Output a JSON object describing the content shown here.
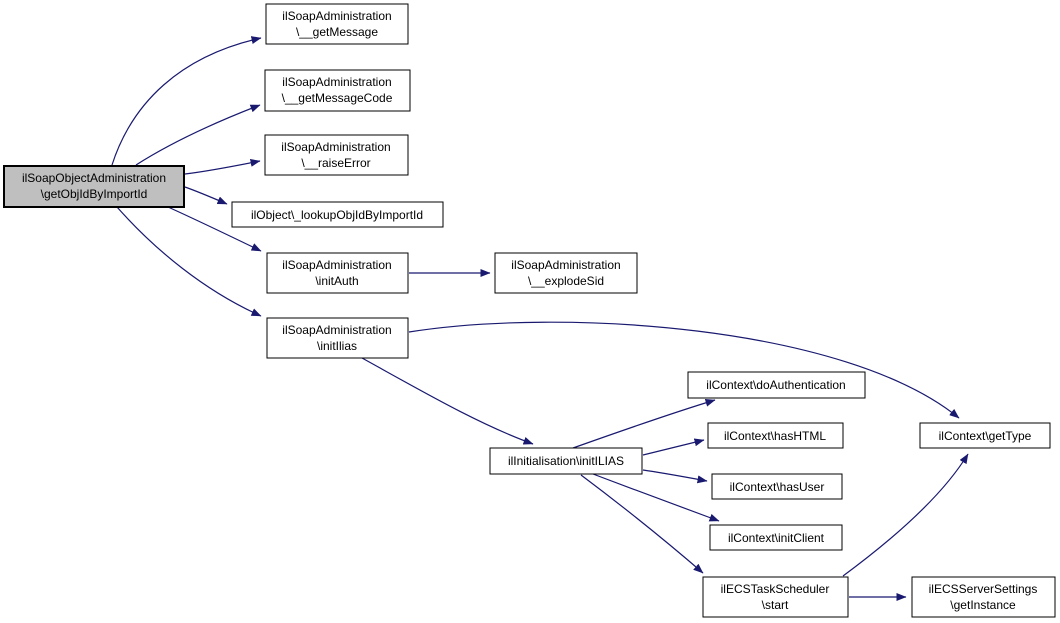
{
  "diagram": {
    "kind": "call-graph",
    "colors": {
      "edge": "#191970",
      "node_fill": "#ffffff",
      "node_border": "#000000",
      "highlight_fill": "#bfbfbf"
    },
    "nodes": [
      {
        "id": "getObjIdByImportId",
        "highlighted": true,
        "lines": [
          "ilSoapObjectAdministration",
          "\\getObjIdByImportId"
        ]
      },
      {
        "id": "__getMessage",
        "highlighted": false,
        "lines": [
          "ilSoapAdministration",
          "\\__getMessage"
        ]
      },
      {
        "id": "__getMessageCode",
        "highlighted": false,
        "lines": [
          "ilSoapAdministration",
          "\\__getMessageCode"
        ]
      },
      {
        "id": "__raiseError",
        "highlighted": false,
        "lines": [
          "ilSoapAdministration",
          "\\__raiseError"
        ]
      },
      {
        "id": "_lookupObjIdByImportId",
        "highlighted": false,
        "lines": [
          "ilObject\\_lookupObjIdByImportId"
        ]
      },
      {
        "id": "initAuth",
        "highlighted": false,
        "lines": [
          "ilSoapAdministration",
          "\\initAuth"
        ]
      },
      {
        "id": "__explodeSid",
        "highlighted": false,
        "lines": [
          "ilSoapAdministration",
          "\\__explodeSid"
        ]
      },
      {
        "id": "initIlias",
        "highlighted": false,
        "lines": [
          "ilSoapAdministration",
          "\\initIlias"
        ]
      },
      {
        "id": "initILIAS",
        "highlighted": false,
        "lines": [
          "ilInitialisation\\initILIAS"
        ]
      },
      {
        "id": "doAuthentication",
        "highlighted": false,
        "lines": [
          "ilContext\\doAuthentication"
        ]
      },
      {
        "id": "hasHTML",
        "highlighted": false,
        "lines": [
          "ilContext\\hasHTML"
        ]
      },
      {
        "id": "hasUser",
        "highlighted": false,
        "lines": [
          "ilContext\\hasUser"
        ]
      },
      {
        "id": "initClient",
        "highlighted": false,
        "lines": [
          "ilContext\\initClient"
        ]
      },
      {
        "id": "start",
        "highlighted": false,
        "lines": [
          "ilECSTaskScheduler",
          "\\start"
        ]
      },
      {
        "id": "getType",
        "highlighted": false,
        "lines": [
          "ilContext\\getType"
        ]
      },
      {
        "id": "getInstance",
        "highlighted": false,
        "lines": [
          "ilECSServerSettings",
          "\\getInstance"
        ]
      }
    ],
    "edges": [
      {
        "from": "getObjIdByImportId",
        "to": "__getMessage"
      },
      {
        "from": "getObjIdByImportId",
        "to": "__getMessageCode"
      },
      {
        "from": "getObjIdByImportId",
        "to": "__raiseError"
      },
      {
        "from": "getObjIdByImportId",
        "to": "_lookupObjIdByImportId"
      },
      {
        "from": "getObjIdByImportId",
        "to": "initAuth"
      },
      {
        "from": "getObjIdByImportId",
        "to": "initIlias"
      },
      {
        "from": "initAuth",
        "to": "__explodeSid"
      },
      {
        "from": "initIlias",
        "to": "getType"
      },
      {
        "from": "initIlias",
        "to": "initILIAS"
      },
      {
        "from": "initILIAS",
        "to": "doAuthentication"
      },
      {
        "from": "initILIAS",
        "to": "hasHTML"
      },
      {
        "from": "initILIAS",
        "to": "hasUser"
      },
      {
        "from": "initILIAS",
        "to": "initClient"
      },
      {
        "from": "initILIAS",
        "to": "start"
      },
      {
        "from": "start",
        "to": "getType"
      },
      {
        "from": "start",
        "to": "getInstance"
      }
    ]
  }
}
